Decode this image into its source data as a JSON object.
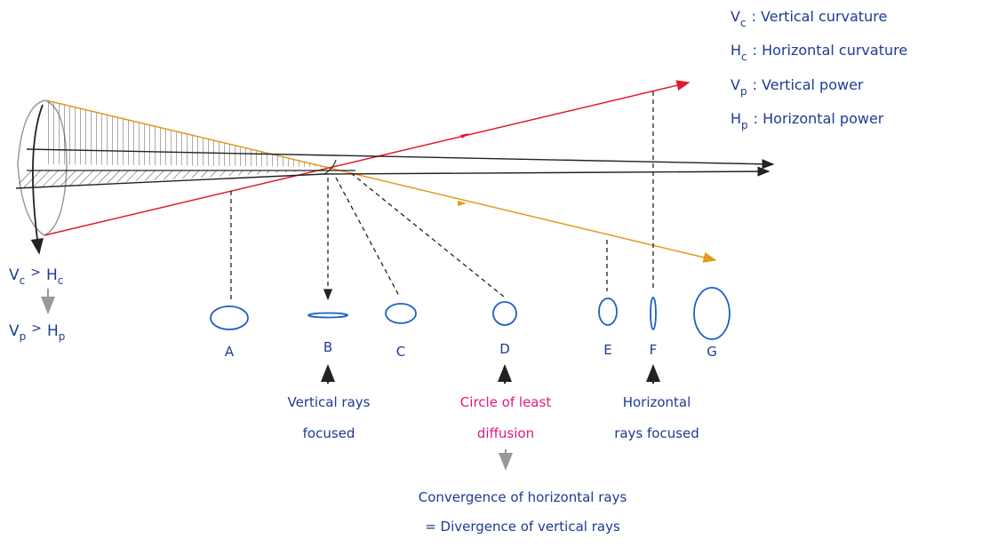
{
  "legend": {
    "vc": {
      "symbol": "V",
      "sub": "c",
      "text": ": Vertical curvature"
    },
    "hc": {
      "symbol": "H",
      "sub": "c",
      "text": ": Horizontal curvature"
    },
    "vp": {
      "symbol": "V",
      "sub": "p",
      "text": ": Vertical power"
    },
    "hp": {
      "symbol": "H",
      "sub": "p",
      "text": ": Horizontal power"
    }
  },
  "relations": {
    "curvature": {
      "a": "V",
      "a_sub": "c",
      "op": ">",
      "b": "H",
      "b_sub": "c"
    },
    "power": {
      "a": "V",
      "a_sub": "p",
      "op": ">",
      "b": "H",
      "b_sub": "p"
    }
  },
  "positions": [
    "A",
    "B",
    "C",
    "D",
    "E",
    "F",
    "G"
  ],
  "notes": {
    "vertical_focus": [
      "Vertical rays",
      "focused"
    ],
    "least_diffusion": [
      "Circle of least",
      "diffusion"
    ],
    "horizontal_focus": [
      "Horizontal",
      "rays focused"
    ],
    "convergence": [
      "Convergence of horizontal rays",
      "= Divergence of vertical rays"
    ]
  },
  "colors": {
    "text": "#1f3a93",
    "highlight": "#e0197d",
    "red_ray": "#e0192a",
    "orange_ray": "#e09a1e",
    "black": "#222222",
    "gray": "#999999",
    "ellipse": "#1e5fc4"
  }
}
